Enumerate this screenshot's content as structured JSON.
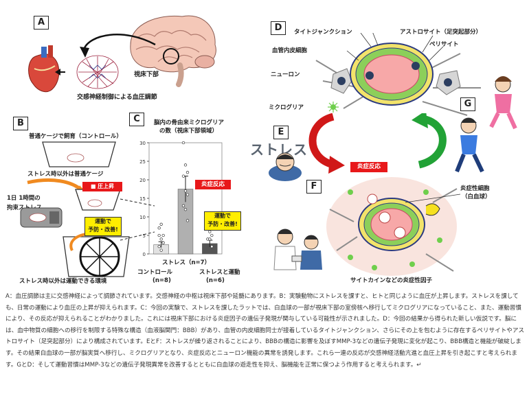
{
  "panels": {
    "a": {
      "label": "A",
      "hypothalamus": "視床下部",
      "caption": "交感神経制御による血圧調節"
    },
    "b": {
      "label": "B",
      "normal_cage": "普通ケージで飼育（コントロール）",
      "stress_cage": "ストレス時以外は普通ケージ",
      "stress_label_1": "1日 1時間の",
      "stress_label_2": "拘束ストレス",
      "bp_up": "■ 圧上昇",
      "exercise_cage": "ストレス時以外は運動できる環境"
    },
    "c": {
      "label": "C",
      "title_1": "脳内の骨由来ミクログリア",
      "title_2": "の数（視床下部領域）"
    },
    "d": {
      "label": "D",
      "tight_junction": "タイトジャンクション",
      "astrocyte": "アストロサイト（足突起部分）",
      "pericyte": "ペリサイト",
      "endothelial": "血管内皮細胞",
      "neuron": "ニューロン",
      "microglia": "ミクログリア"
    },
    "e": {
      "label": "E",
      "stress": "ストレス"
    },
    "f": {
      "label": "F",
      "inflammatory_cells_1": "炎症性細胞",
      "inflammatory_cells_2": "（白血球）",
      "cytokine": "サイトカインなどの炎症性因子"
    },
    "g": {
      "label": "G"
    }
  },
  "badges": {
    "inflammation": "炎症反応",
    "exercise_1": "運動で",
    "exercise_2": "予防・改善!"
  },
  "chart_data": {
    "type": "bar",
    "title": "脳内の骨由来ミクログリアの数（視床下部領域）",
    "xlabel": "ストレス（n=7）",
    "categories": [
      "コントロール",
      "ストレス",
      "ストレスと運動"
    ],
    "category_labels": [
      "コントロール",
      "",
      "ストレスと運動"
    ],
    "n_labels": [
      "(n=8)",
      "",
      "(n=6)"
    ],
    "values": [
      2.5,
      17.5,
      2.8
    ],
    "errors": [
      0.8,
      3.5,
      0.9
    ],
    "points": [
      [
        7,
        8,
        5,
        5,
        4,
        3,
        2,
        1
      ],
      [
        30,
        24,
        22,
        21,
        17,
        16,
        13,
        12,
        9
      ],
      [
        7,
        6,
        5,
        4,
        4,
        2
      ]
    ],
    "ylim": [
      0,
      30
    ],
    "yticks": [
      0,
      5,
      10,
      15,
      20,
      25,
      30
    ],
    "bar_colors": [
      "#e2e2e2",
      "#b0b0b0",
      "#555555"
    ]
  },
  "caption": "A：血圧調節は主に交感神経によって調節されています。交感神経の中枢は視床下部や延髄にあります。B：実験動物にストレスを課すと、ヒトと同じように血圧が上昇します。ストレスを課しても、日常の運動により血圧の上昇が抑えられます。C：今回の実験で、ストレスを課したラットでは、白血球の一部が視床下部の室傍核へ移行してミクログリアになっていること、また、運動習慣により、その反応が抑えられることがわかりました。これには視床下部における炎症因子の遺伝子発現が関与している可能性が示されました。D：今回の結果から得られた新しい仮説です。脳には、血中物質の細胞への移行を制限する特殊な構造（血液脳関門：BBB）があり、血管の内皮細胞同士が接着しているタイトジャンクション、さらにその上を包むように存在するペリサイトやアストロサイト（足突起部分）により構成されています。EとF：ストレスが繰り返されることにより、BBBの構造に影響を及ぼすMMP-3などの遺伝子発現に変化が起こり、BBB構造と機能が破綻します。その結果白血球の一部が脳実質へ移行し、ミクログリアとなり、炎症反応とニューロン機能の異常を誘発します。これら一連の反応が交感神経活動亢進と血圧上昇を引き起こすと考えられます。GとD：そして運動習慣はMMP-3などの遺伝子発現異常を改善するとともに白血球の遊走性を抑え、脳機能を正常に保つよう作用すると考えられます。↵"
}
